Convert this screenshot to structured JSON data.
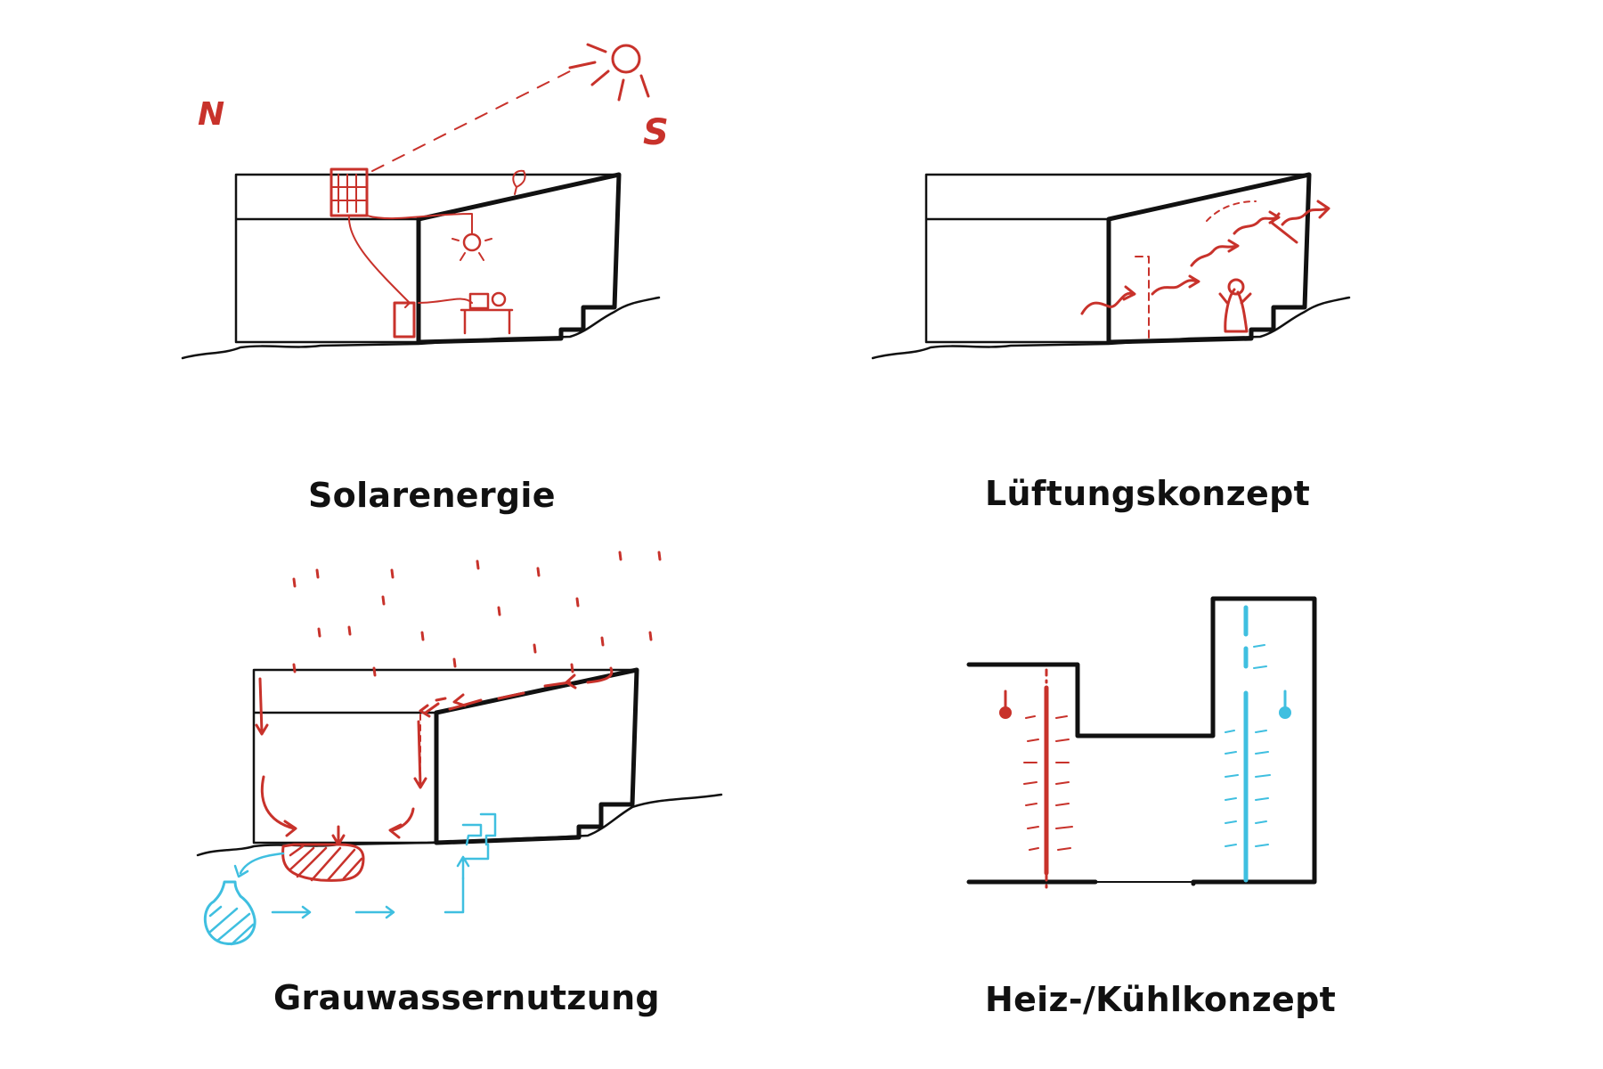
{
  "colors": {
    "ink": "#111111",
    "red": "#c8322b",
    "blue": "#3fbfe0",
    "background": "#ffffff"
  },
  "compass": {
    "north": "N",
    "south": "S"
  },
  "panels": [
    {
      "caption": "Solarenergie"
    },
    {
      "caption": "Lüftungskonzept"
    },
    {
      "caption": "Grauwassernutzung"
    },
    {
      "caption": "Heiz-/Kühlkonzept"
    }
  ]
}
